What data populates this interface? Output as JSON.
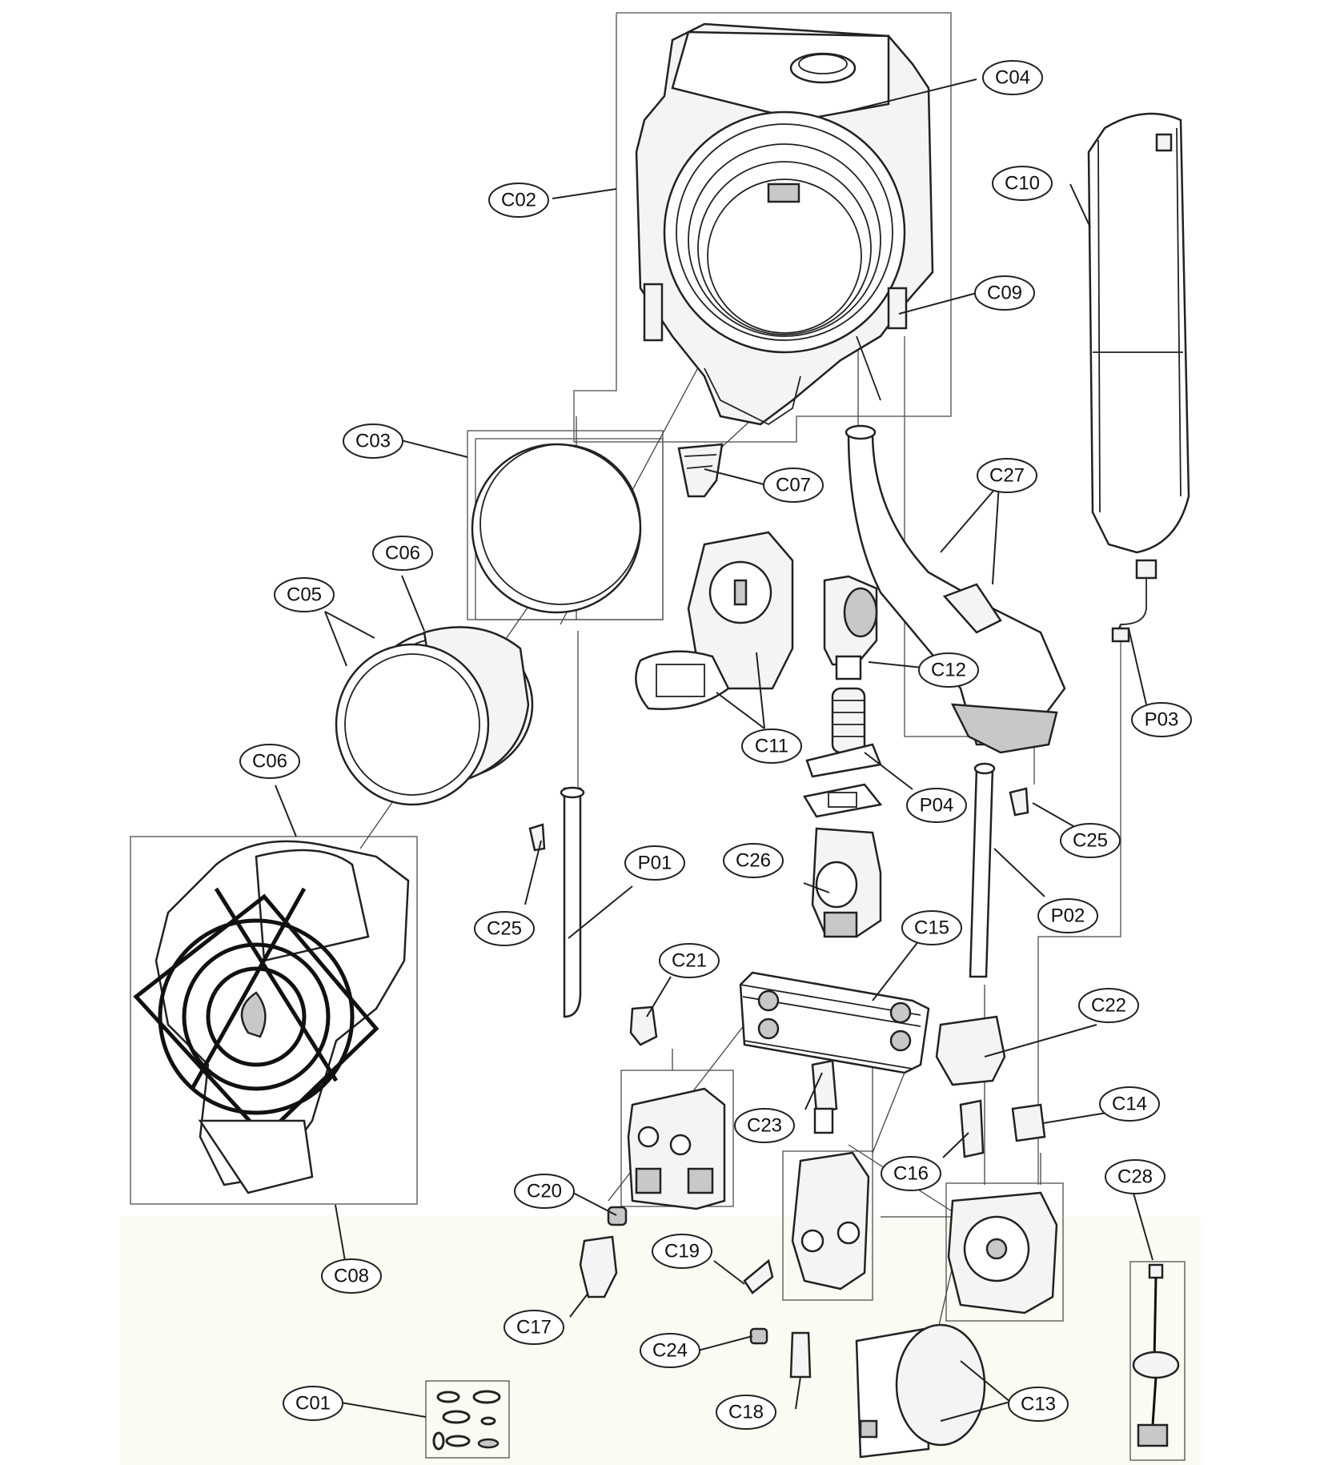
{
  "diagram": {
    "labels": {
      "C01": "C01",
      "C02": "C02",
      "C03": "C03",
      "C04": "C04",
      "C05": "C05",
      "C06a": "C06",
      "C06b": "C06",
      "C07": "C07",
      "C08": "C08",
      "C09": "C09",
      "C10": "C10",
      "C11": "C11",
      "C12": "C12",
      "C13": "C13",
      "C14": "C14",
      "C15": "C15",
      "C16": "C16",
      "C17": "C17",
      "C18": "C18",
      "C19": "C19",
      "C20": "C20",
      "C21": "C21",
      "C22": "C22",
      "C23": "C23",
      "C24": "C24",
      "C25a": "C25",
      "C25b": "C25",
      "C26": "C26",
      "C27": "C27",
      "C28": "C28",
      "P01": "P01",
      "P02": "P02",
      "P03": "P03",
      "P04": "P04"
    },
    "colors": {
      "line": "#222222",
      "frame": "#666666",
      "bottom_tint": "#fbfbf3"
    }
  }
}
